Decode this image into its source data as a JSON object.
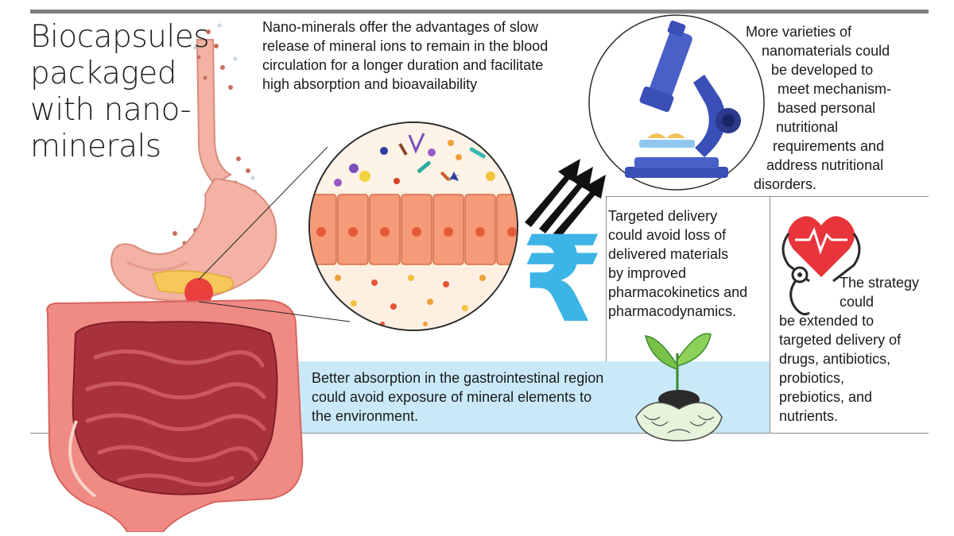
{
  "title": "Biocapsules packaged with nano-minerals",
  "nano_minerals_text": "Nano-minerals offer the advantages of slow release of mineral ions to remain in the blood circulation for a longer duration and facilitate high absorption and bioavailability",
  "varieties_lines": [
    "More varieties of",
    "nanomaterials could",
    "be developed to",
    "meet mechanism-",
    "based personal",
    "nutritional",
    "requirements and",
    "address nutritional",
    "disorders."
  ],
  "targeted_lines": [
    "Targeted delivery",
    "could avoid loss of",
    "delivered materials",
    "by improved",
    "pharmacokinetics and",
    "pharmacodynamics."
  ],
  "strategy_lines": [
    "The strategy",
    "could",
    "be extended to",
    "targeted delivery of",
    "drugs, antibiotics,",
    "probiotics,",
    "prebiotics, and",
    "nutrients."
  ],
  "absorption_text": "Better absorption in the gastrointestinal region could avoid exposure of mineral elements to the environment.",
  "currency_symbol": "₹",
  "colors": {
    "band": "#c9e9f8",
    "rupee": "#3db4e6",
    "microscope": "#3a4fb8",
    "heart": "#e8353b",
    "intestine_small": "#a8323c",
    "intestine_large": "#f08a84",
    "stomach": "#f3b2a4"
  },
  "icons": [
    "microscope-icon",
    "heart-stethoscope-icon",
    "plant-in-hands-icon",
    "rupee-icon",
    "rising-arrows-icon",
    "digestive-system-illustration",
    "intestinal-lining-magnifier"
  ]
}
